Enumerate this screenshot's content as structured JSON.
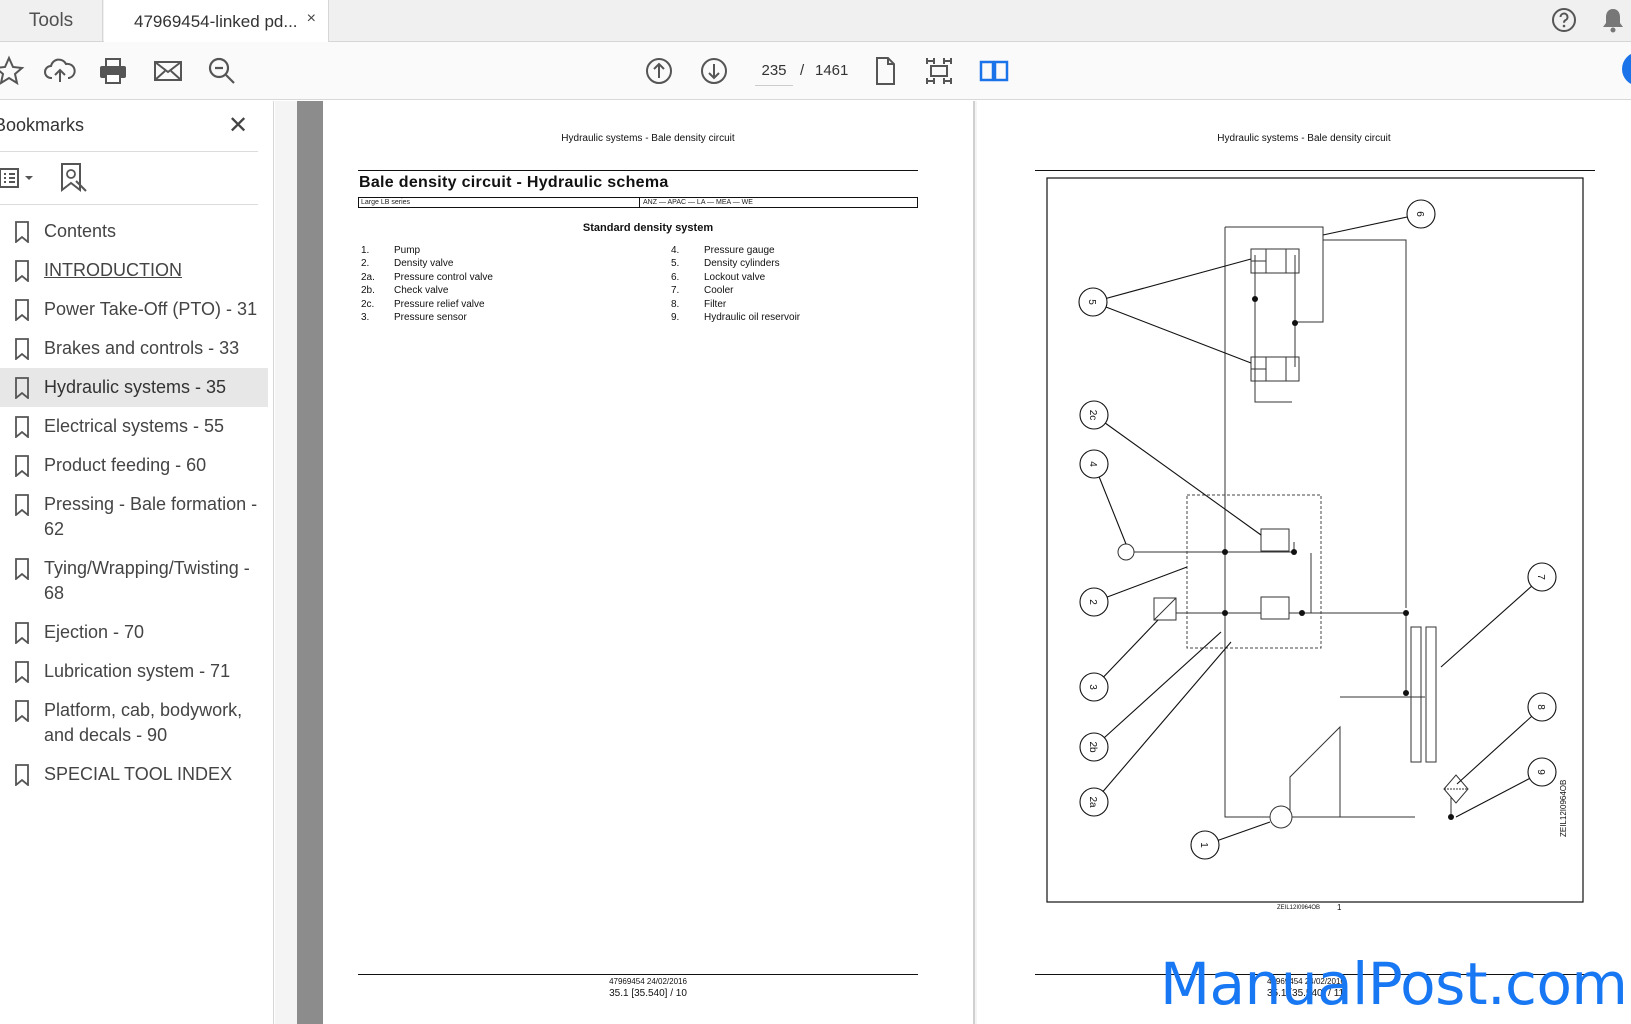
{
  "tabs": {
    "tools": "Tools",
    "document": "47969454-linked pd...",
    "close": "×"
  },
  "toolbar": {
    "current_page": "235",
    "separator": "/",
    "total_pages": "1461"
  },
  "sidebar": {
    "title": "Bookmarks",
    "close": "✕",
    "bookmarks": [
      {
        "label": "Contents"
      },
      {
        "label": "INTRODUCTION"
      },
      {
        "label": "Power Take-Off (PTO) - 31"
      },
      {
        "label": "Brakes and controls - 33"
      },
      {
        "label": "Hydraulic systems - 35"
      },
      {
        "label": "Electrical systems - 55"
      },
      {
        "label": "Product feeding - 60"
      },
      {
        "label": "Pressing - Bale formation - 62"
      },
      {
        "label": "Tying/Wrapping/Twisting - 68"
      },
      {
        "label": "Ejection - 70"
      },
      {
        "label": "Lubrication system - 71"
      },
      {
        "label": "Platform, cab, bodywork, and decals - 90"
      },
      {
        "label": "SPECIAL TOOL INDEX"
      }
    ]
  },
  "page1": {
    "header": "Hydraulic systems - Bale density circuit",
    "title": "Bale density circuit - Hydraulic schema",
    "tag_left": "Large LB series",
    "tag_right": "ANZ — APAC — LA — MEA — WE",
    "subtitle": "Standard density system",
    "legend_left": [
      {
        "num": "1.",
        "label": "Pump"
      },
      {
        "num": "2.",
        "label": "Density valve"
      },
      {
        "num": "2a.",
        "label": "Pressure control valve"
      },
      {
        "num": "2b.",
        "label": "Check valve"
      },
      {
        "num": "2c.",
        "label": "Pressure relief valve"
      },
      {
        "num": "3.",
        "label": "Pressure sensor"
      }
    ],
    "legend_right": [
      {
        "num": "4.",
        "label": "Pressure gauge"
      },
      {
        "num": "5.",
        "label": "Density cylinders"
      },
      {
        "num": "6.",
        "label": "Lockout valve"
      },
      {
        "num": "7.",
        "label": "Cooler"
      },
      {
        "num": "8.",
        "label": "Filter"
      },
      {
        "num": "9.",
        "label": "Hydraulic oil reservoir"
      }
    ],
    "footer_line1": "47969454 24/02/2016",
    "footer_line2": "35.1 [35.540] / 10"
  },
  "page2": {
    "header": "Hydraulic systems - Bale density circuit",
    "figure_id": "ZEIL12I0964OB",
    "figure_num": "1",
    "side_code": "ZEIL12I0964OB",
    "callouts": {
      "c6": "6",
      "c5": "5",
      "c2c": "2c",
      "c4": "4",
      "c2": "2",
      "c3": "3",
      "c2b": "2b",
      "c2a": "2a",
      "c1": "1",
      "c7": "7",
      "c8": "8",
      "c9": "9"
    },
    "footer_line1": "47969454 24/02/2016",
    "footer_line2": "35.1 [35.540] / 11"
  },
  "watermark": "ManualPost.com"
}
